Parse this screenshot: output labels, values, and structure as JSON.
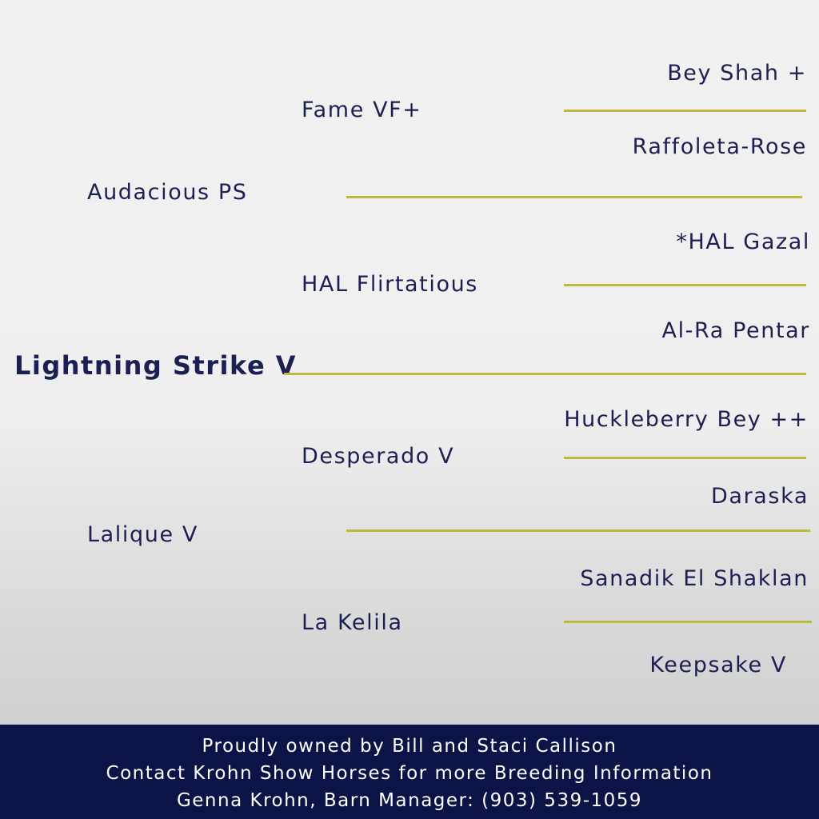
{
  "horse": {
    "name": "Lightning Strike V"
  },
  "sire": {
    "name": "Audacious PS",
    "sire": {
      "name": "Fame VF+",
      "sire": "Bey Shah +",
      "dam": "Raffoleta-Rose"
    },
    "dam": {
      "name": "HAL Flirtatious",
      "sire": "*HAL Gazal",
      "dam": "Al-Ra Pentar"
    }
  },
  "dam": {
    "name": "Lalique V",
    "sire": {
      "name": "Desperado V",
      "sire": "Huckleberry Bey ++",
      "dam": "Daraska"
    },
    "dam": {
      "name": "La Kelila",
      "sire": "Sanadik El Shaklan",
      "dam": "Keepsake V"
    }
  },
  "footer": {
    "line1": "Proudly owned by Bill and Staci Callison",
    "line2": "Contact Krohn Show Horses for more Breeding Information",
    "line3": "Genna Krohn, Barn Manager: (903) 539-1059"
  },
  "colors": {
    "text": "#1b1f52",
    "connector_line": "#bfbb3a",
    "footer_background": "#0c1447",
    "footer_text": "#ffffff"
  }
}
